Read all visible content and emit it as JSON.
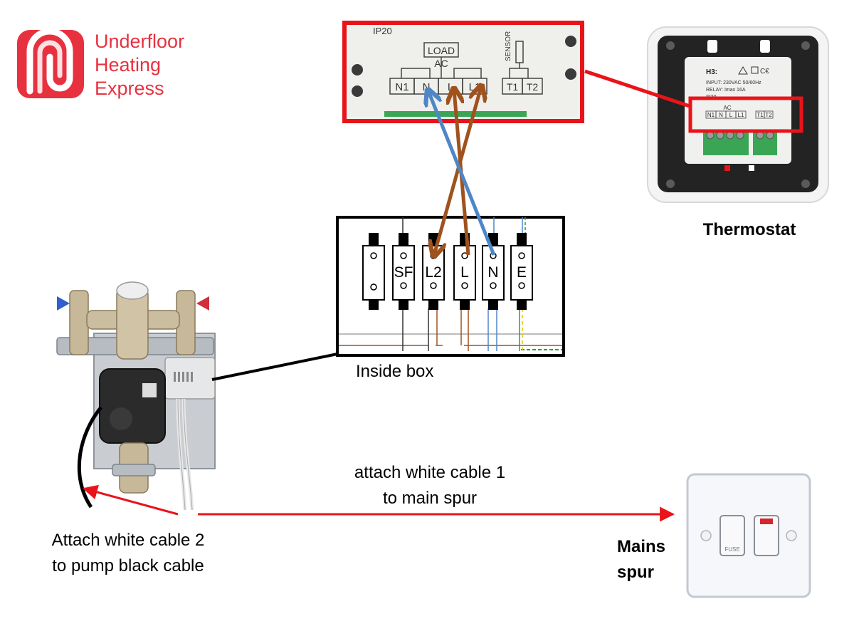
{
  "logo": {
    "line1": "Underfloor",
    "line2": "Heating",
    "line3": "Express",
    "color": "#e8313f"
  },
  "terminal_zoom": {
    "ip_rating": "IP20",
    "load_label": "LOAD",
    "ac_label": "AC",
    "sensor_label": "SENSOR",
    "terminals": [
      "N1",
      "N",
      "L",
      "L1",
      "T1",
      "T2"
    ]
  },
  "thermostat": {
    "caption": "Thermostat",
    "model": "H3:",
    "input_text": "INPUT:  230VAC 50/60Hz",
    "relay_text": "RELAY:  Imax 16A",
    "ip_rating": "IP20",
    "ac_label": "AC",
    "terminals": [
      "N1",
      "N",
      "L",
      "L1",
      "T1",
      "T2"
    ]
  },
  "wiring_centre": {
    "caption": "Inside box",
    "terminals": [
      "",
      "SF",
      "L2",
      "L",
      "N",
      "E"
    ]
  },
  "mains": {
    "caption_line1": "Mains",
    "caption_line2": "spur",
    "fuse_label": "FUSE"
  },
  "instructions": {
    "white_cable_1_line1": "attach white cable 1",
    "white_cable_1_line2": "to main spur",
    "white_cable_2_line1": "Attach white cable 2",
    "white_cable_2_line2": "to pump black cable"
  },
  "colors": {
    "highlight_red": "#e8141a",
    "live_brown": "#a0521d",
    "neutral_blue": "#4f86c6",
    "earth_green": "#2e9d3a",
    "earth_yellow": "#e6c800",
    "terminal_green": "#3aa655"
  }
}
